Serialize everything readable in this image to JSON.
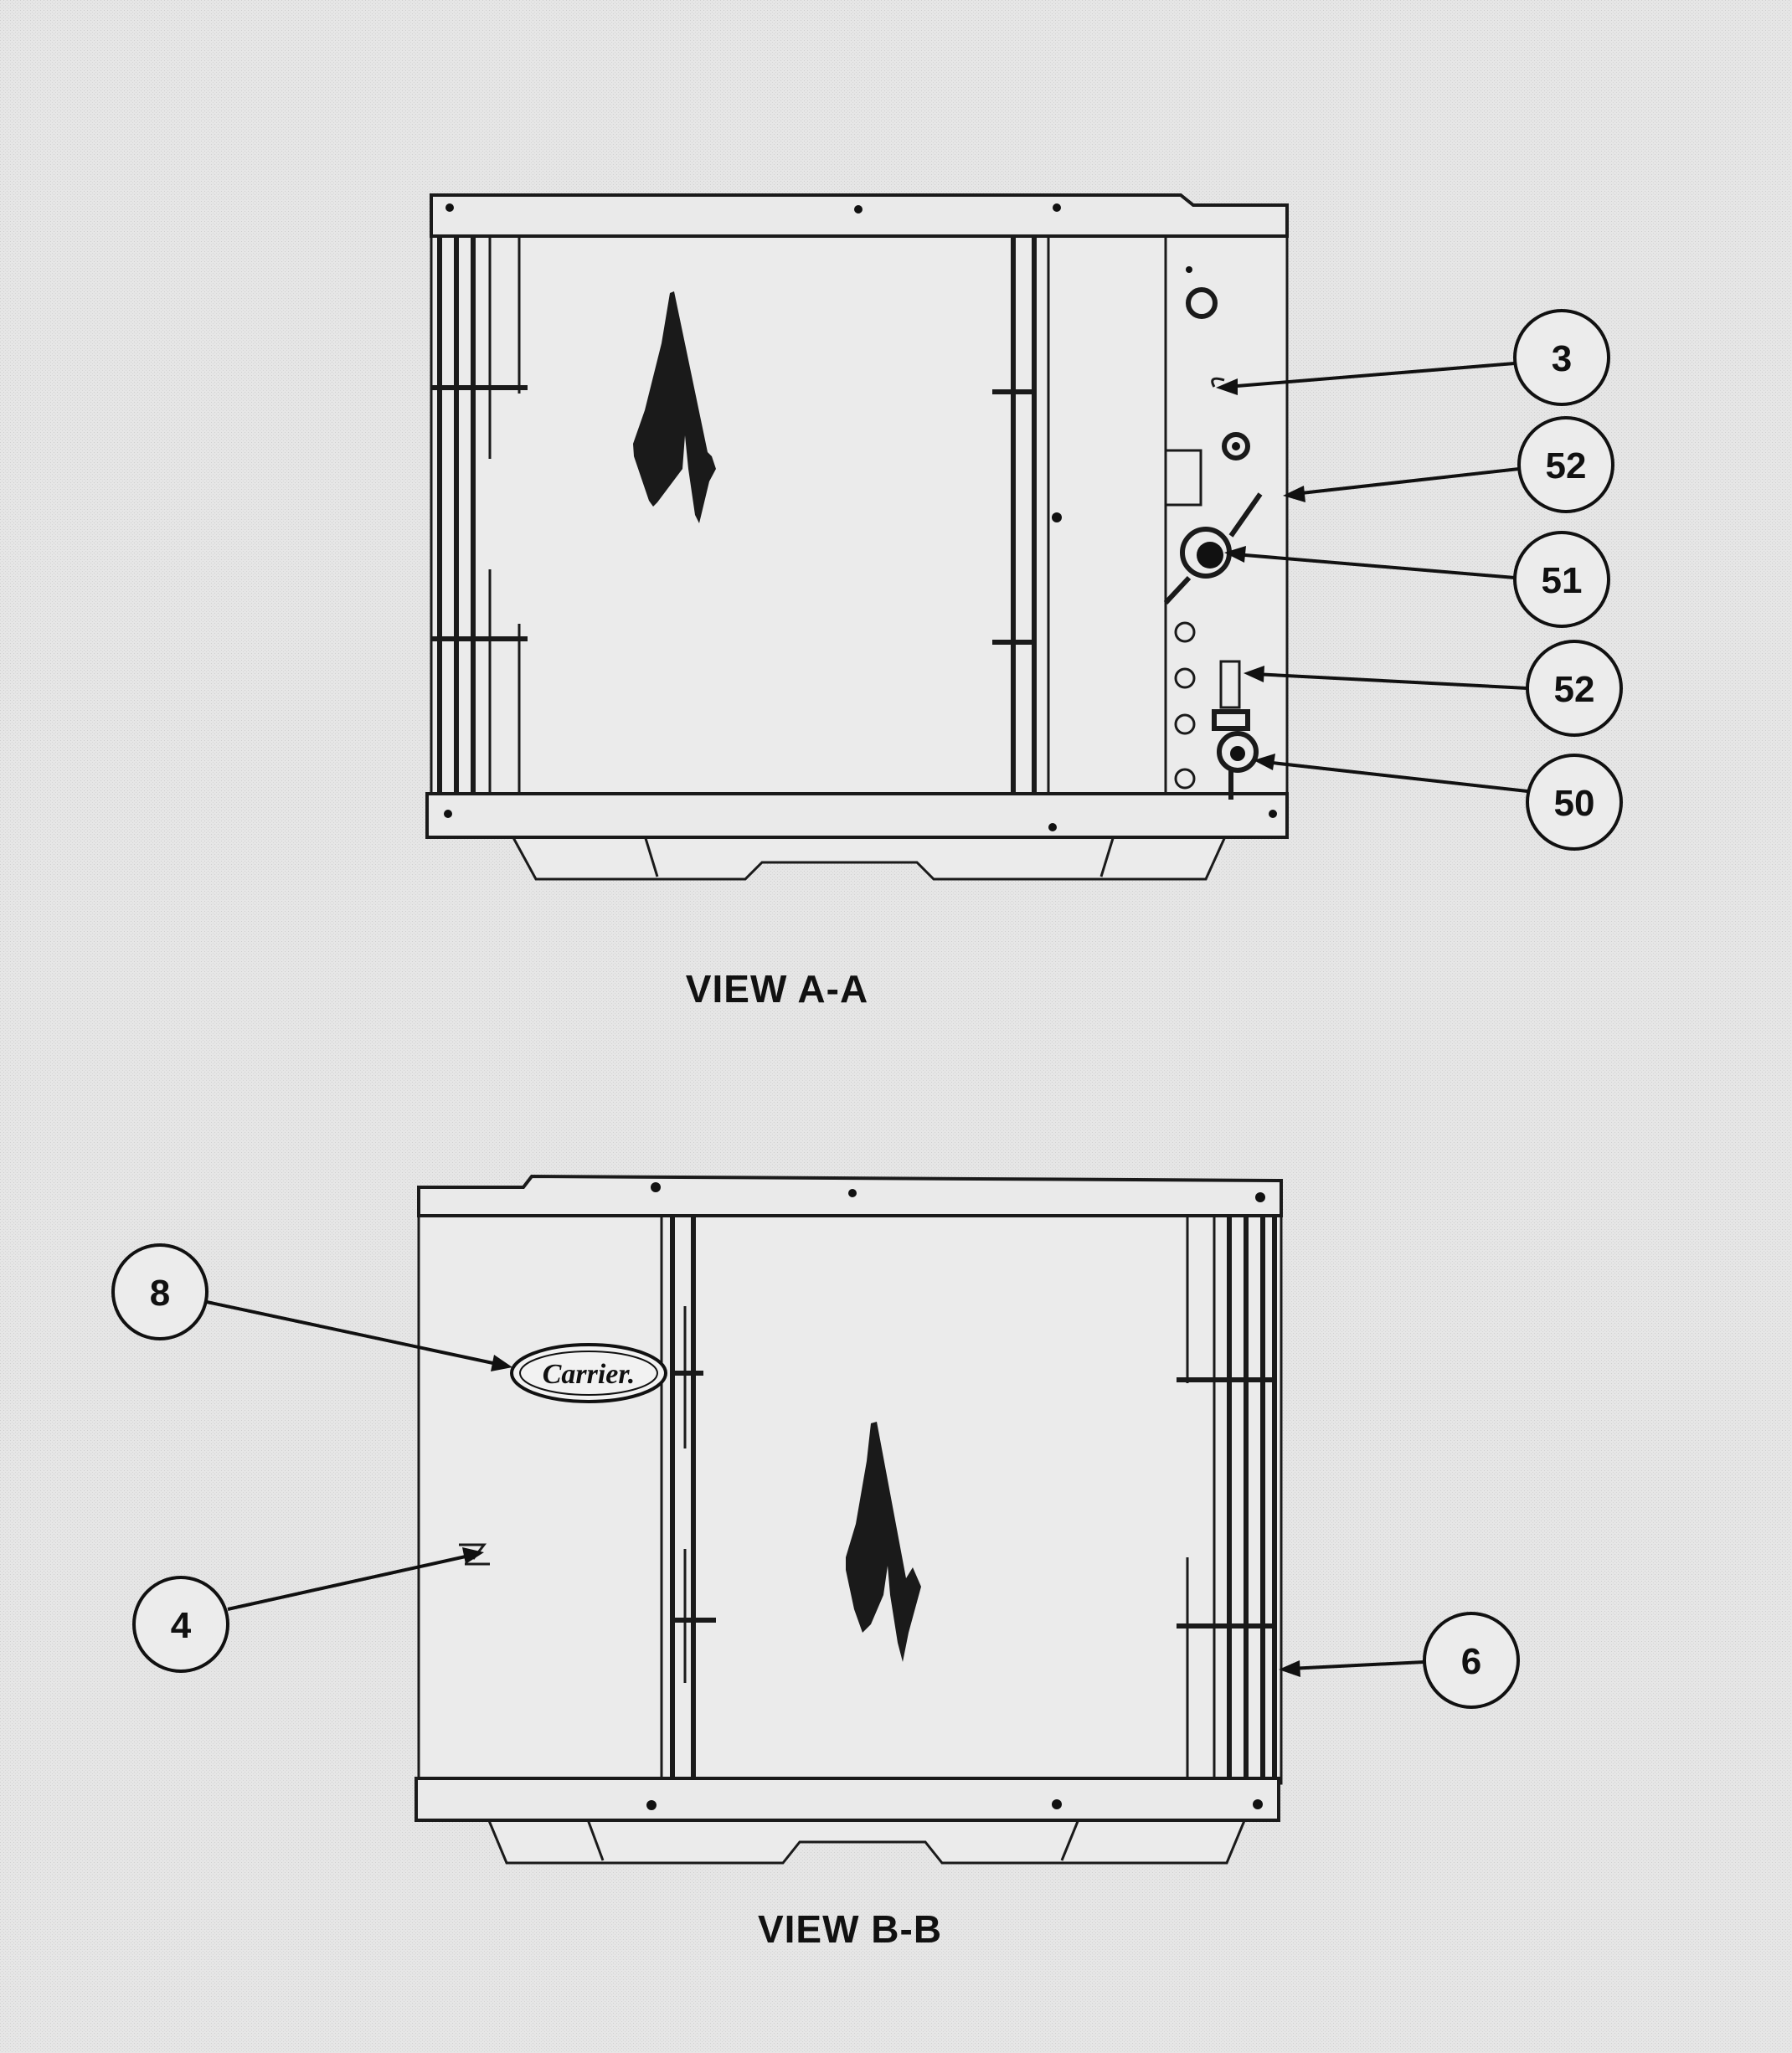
{
  "views": [
    {
      "title": "VIEW A-A",
      "callouts": [
        "3",
        "52",
        "51",
        "52",
        "50"
      ]
    },
    {
      "title": "VIEW B-B",
      "callouts": [
        "8",
        "4",
        "6"
      ],
      "logo": "Carrier."
    }
  ]
}
